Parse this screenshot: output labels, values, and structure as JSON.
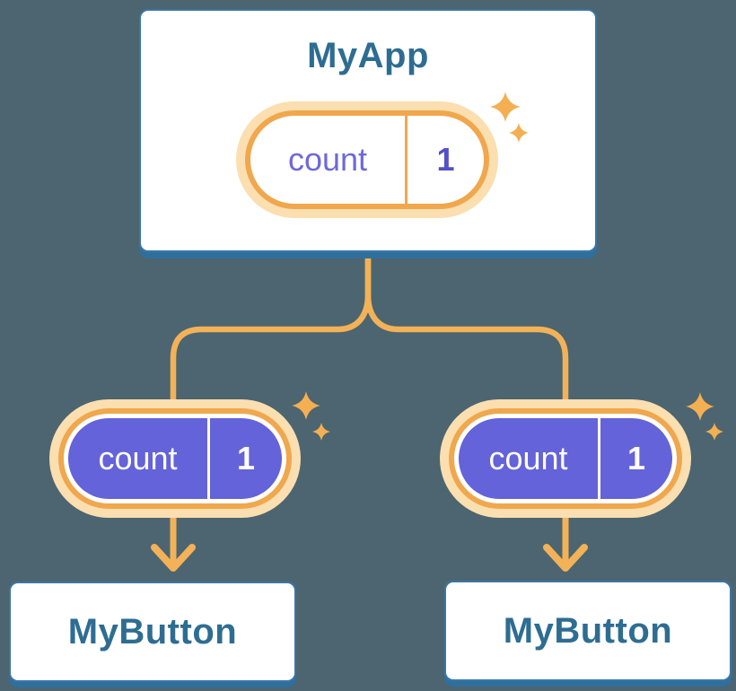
{
  "palette": {
    "background": "#4C6570",
    "card_fill": "#FFFFFF",
    "card_border": "#3C76A6",
    "card_shadow": "#2F6F9E",
    "heading_text": "#2E6D92",
    "orange_ring": "#F0A74D",
    "orange_glow": "#FBDFB0",
    "orange_line": "#F3B258",
    "purple_fill": "#6463D9",
    "purple_label_text": "#6C69DB",
    "purple_value_text": "#5450C9",
    "text_on_purple": "#FFFFFF"
  },
  "tree": {
    "root": {
      "title": "MyApp",
      "state_pill": {
        "label": "count",
        "value": "1"
      }
    },
    "children": [
      {
        "title": "MyButton",
        "prop_pill": {
          "label": "count",
          "value": "1"
        }
      },
      {
        "title": "MyButton",
        "prop_pill": {
          "label": "count",
          "value": "1"
        }
      }
    ]
  },
  "icons": {
    "sparkle": "four-point-star",
    "arrow": "down-chevron-arrow"
  }
}
